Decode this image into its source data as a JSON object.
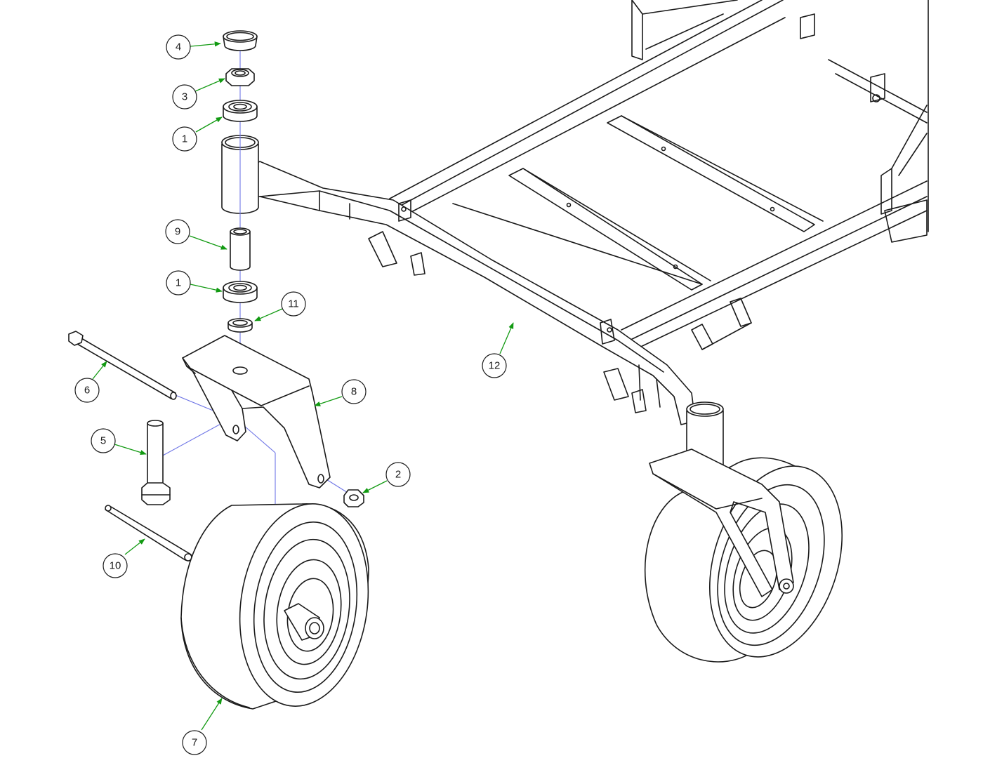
{
  "callouts": [
    {
      "id": "c4",
      "label": "4"
    },
    {
      "id": "c3",
      "label": "3"
    },
    {
      "id": "c1a",
      "label": "1"
    },
    {
      "id": "c9",
      "label": "9"
    },
    {
      "id": "c1b",
      "label": "1"
    },
    {
      "id": "c11",
      "label": "11"
    },
    {
      "id": "c6",
      "label": "6"
    },
    {
      "id": "c8",
      "label": "8"
    },
    {
      "id": "c5",
      "label": "5"
    },
    {
      "id": "c2",
      "label": "2"
    },
    {
      "id": "c10",
      "label": "10"
    },
    {
      "id": "c7",
      "label": "7"
    },
    {
      "id": "c12",
      "label": "12"
    }
  ],
  "colors": {
    "line": "#1a1a1a",
    "leader": "#129a12",
    "axis": "#6f76e6",
    "background": "#ffffff"
  }
}
